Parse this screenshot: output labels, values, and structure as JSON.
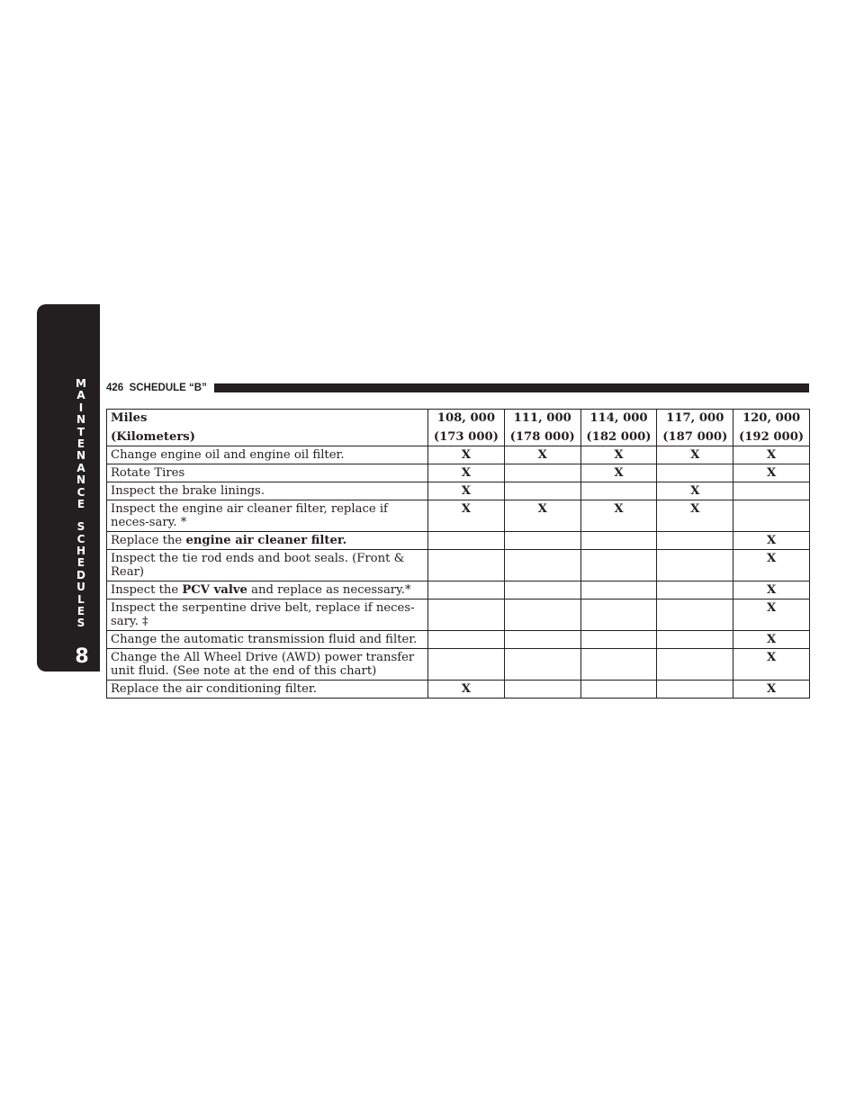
{
  "side_tab": {
    "letters_top": [
      "M",
      "A",
      "I",
      "N",
      "T",
      "E",
      "N",
      "A",
      "N",
      "C",
      "E"
    ],
    "letters_bottom": [
      "S",
      "C",
      "H",
      "E",
      "D",
      "U",
      "L",
      "E",
      "S"
    ],
    "section_number": "8"
  },
  "header": {
    "page_number": "426",
    "title": "SCHEDULE “B”"
  },
  "table": {
    "header_label_1": "Miles",
    "header_label_2": "(Kilometers)",
    "columns": [
      {
        "miles": "108, 000",
        "km": "(173 000)"
      },
      {
        "miles": "111, 000",
        "km": "(178 000)"
      },
      {
        "miles": "114, 000",
        "km": "(182 000)"
      },
      {
        "miles": "117, 000",
        "km": "(187 000)"
      },
      {
        "miles": "120, 000",
        "km": "(192 000)"
      }
    ],
    "rows": [
      {
        "pre": "Change engine oil and engine oil filter.",
        "bold": "",
        "post": "",
        "marks": [
          "X",
          "X",
          "X",
          "X",
          "X"
        ]
      },
      {
        "pre": "Rotate Tires",
        "bold": "",
        "post": "",
        "marks": [
          "X",
          "",
          "X",
          "",
          "X"
        ]
      },
      {
        "pre": "Inspect the brake linings.",
        "bold": "",
        "post": "",
        "marks": [
          "X",
          "",
          "",
          "X",
          ""
        ]
      },
      {
        "pre": "Inspect the engine air cleaner filter, replace if neces-sary. *",
        "bold": "",
        "post": "",
        "marks": [
          "X",
          "X",
          "X",
          "X",
          ""
        ]
      },
      {
        "pre": "Replace the ",
        "bold": "engine air cleaner filter.",
        "post": "",
        "marks": [
          "",
          "",
          "",
          "",
          "X"
        ]
      },
      {
        "pre": "Inspect the tie rod ends and boot seals. (Front & Rear)",
        "bold": "",
        "post": "",
        "marks": [
          "",
          "",
          "",
          "",
          "X"
        ]
      },
      {
        "pre": "Inspect the ",
        "bold": "PCV valve",
        "post": " and replace as necessary.*",
        "marks": [
          "",
          "",
          "",
          "",
          "X"
        ]
      },
      {
        "pre": "Inspect the serpentine drive belt, replace if neces-sary. ‡",
        "bold": "",
        "post": "",
        "marks": [
          "",
          "",
          "",
          "",
          "X"
        ]
      },
      {
        "pre": "Change the automatic transmission fluid and filter.",
        "bold": "",
        "post": "",
        "marks": [
          "",
          "",
          "",
          "",
          "X"
        ]
      },
      {
        "pre": "Change the All Wheel Drive (AWD) power transfer unit fluid. (See note at the end of this chart)",
        "bold": "",
        "post": "",
        "marks": [
          "",
          "",
          "",
          "",
          "X"
        ]
      },
      {
        "pre": "Replace the air conditioning filter.",
        "bold": "",
        "post": "",
        "marks": [
          "X",
          "",
          "",
          "",
          "X"
        ]
      }
    ]
  }
}
